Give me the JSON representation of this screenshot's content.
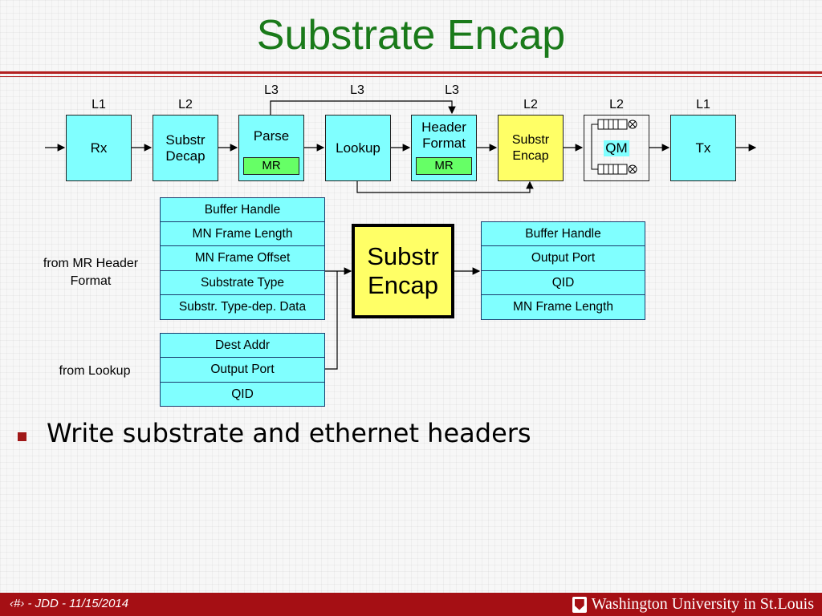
{
  "title": "Substrate Encap",
  "pipeline": {
    "levels": {
      "rx": "L1",
      "decap": "L2",
      "parse": "L3",
      "lookup": "L3",
      "hdr": "L3",
      "encap": "L2",
      "qm": "L2",
      "tx": "L1"
    },
    "blocks": {
      "rx": "Rx",
      "decap_l1": "Substr",
      "decap_l2": "Decap",
      "parse": "Parse",
      "parse_mr": "MR",
      "lookup": "Lookup",
      "hdr_l1": "Header",
      "hdr_l2": "Format",
      "hdr_mr": "MR",
      "encap_l1": "Substr",
      "encap_l2": "Encap",
      "qm": "QM",
      "tx": "Tx"
    }
  },
  "inputs_mr": {
    "label_l1": "from MR Header",
    "label_l2": "Format",
    "fields": [
      "Buffer Handle",
      "MN Frame Length",
      "MN Frame Offset",
      "Substrate Type",
      "Substr. Type-dep. Data"
    ]
  },
  "inputs_lookup": {
    "label": "from Lookup",
    "fields": [
      "Dest Addr",
      "Output Port",
      "QID"
    ]
  },
  "center_block": {
    "line1": "Substr",
    "line2": "Encap"
  },
  "outputs": {
    "fields": [
      "Buffer Handle",
      "Output Port",
      "QID",
      "MN Frame Length"
    ]
  },
  "bullets": [
    "Write substrate and ethernet headers"
  ],
  "footer": {
    "left": "‹#› - JDD - 11/15/2014",
    "right": "Washington University in St.Louis"
  },
  "colors": {
    "title": "#1a7a1a",
    "accent": "#a50f14",
    "cyan": "#80ffff",
    "yellow": "#ffff66",
    "green": "#66ff66"
  }
}
